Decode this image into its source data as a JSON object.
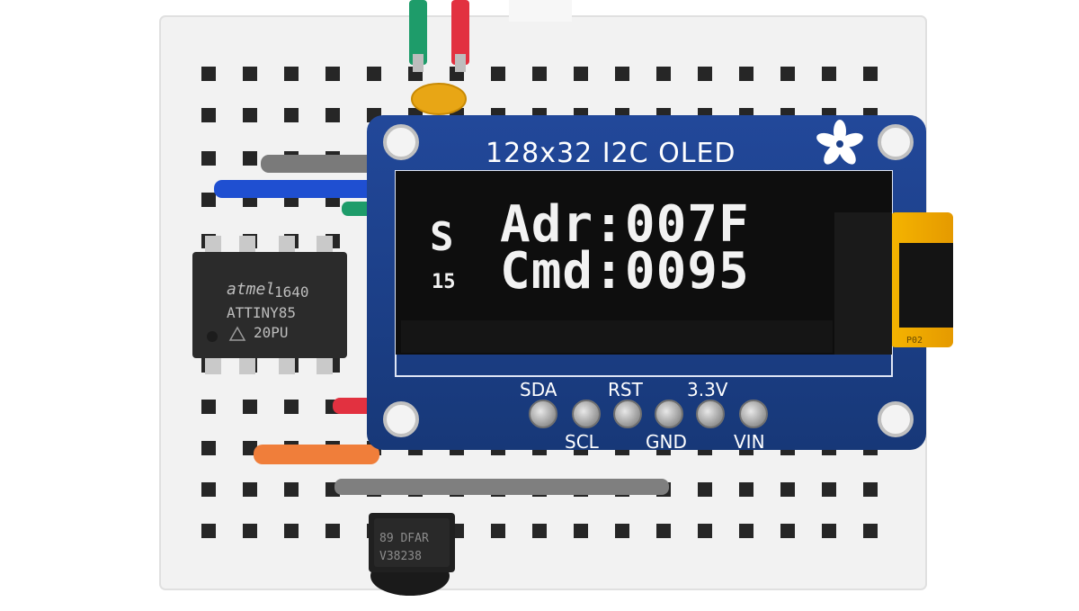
{
  "oled_board": {
    "title": "128x32 I2C OLED",
    "pins": [
      "SDA",
      "RST",
      "3.3V",
      "SCL",
      "GND",
      "VIN"
    ]
  },
  "display": {
    "mode_letter": "S",
    "mode_number": "15",
    "line1": "Adr:007F",
    "line2": "Cmd:0095"
  },
  "mcu_chip": {
    "brand": "atmel",
    "date_code": "1640",
    "part": "ATTINY85",
    "suffix": "20PU"
  },
  "ir_receiver": {
    "line1": "89 DFAR",
    "line2": "V38238"
  },
  "flex_cable_label": "P02",
  "colors": {
    "pcb_blue": "#1b3f8a",
    "oled_text": "#f2f2f2",
    "breadboard": "#f3f3f3",
    "wire_green": "#1e9c6a",
    "wire_red": "#e23140",
    "wire_blue": "#1f4fd1",
    "wire_orange": "#f07e3a",
    "wire_gray": "#7a7a7a"
  }
}
